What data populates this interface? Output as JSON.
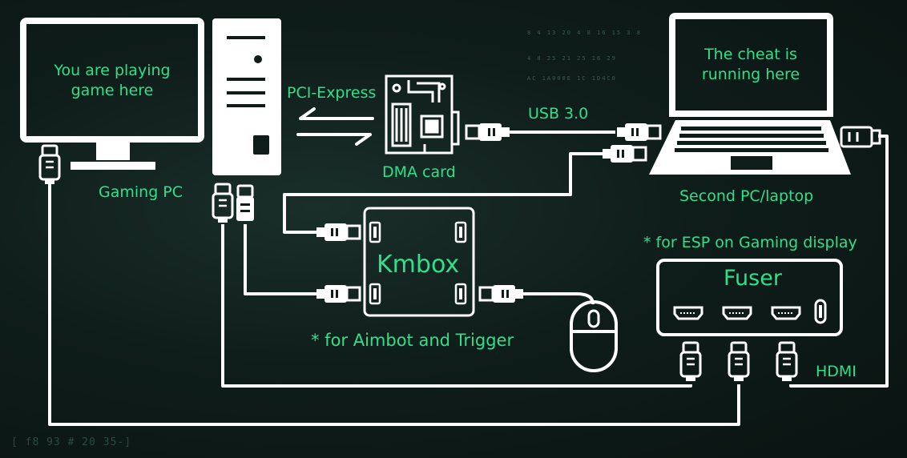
{
  "gaming_monitor": {
    "screen_text": "You are playing\ngame here"
  },
  "gaming_pc": {
    "label": "Gaming PC"
  },
  "pcie_link": {
    "label": "PCI-Express"
  },
  "dma_card": {
    "label": "DMA card"
  },
  "usb_link": {
    "label": "USB 3.0"
  },
  "laptop": {
    "screen_text": "The cheat is\nrunning here",
    "label": "Second PC/laptop"
  },
  "kmbox": {
    "title": "Kmbox",
    "note": "* for Aimbot and Trigger"
  },
  "fuser": {
    "title": "Fuser",
    "note": "* for ESP on Gaming display"
  },
  "hdmi_link": {
    "label": "HDMI"
  },
  "background_text": {
    "line1": "8 4 13 20 4   8 16 15 3 8",
    "line2": "4 8 25 21   25 16 29",
    "line3": "AC  1A000E     1C  1D4C0",
    "corner": "[ f8 93 # 20 35-]"
  },
  "colors": {
    "accent": "#2ee08a",
    "stroke": "#ffffff",
    "background": "#0f1d1a"
  }
}
